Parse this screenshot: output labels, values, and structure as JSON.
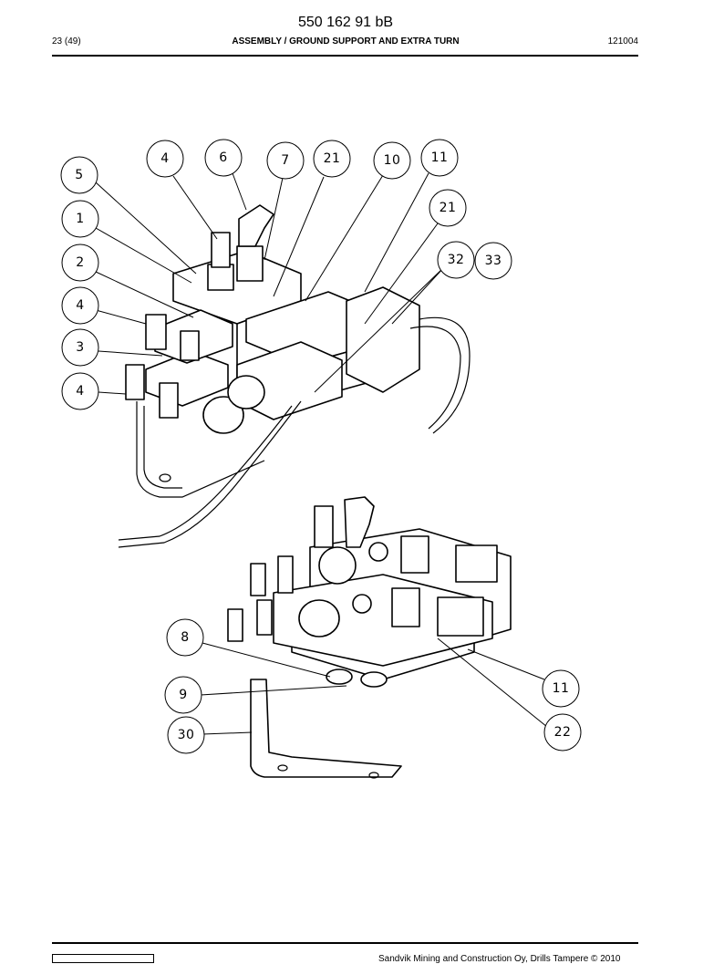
{
  "document": {
    "number": "550 162 91 bB",
    "page": "23 (49)",
    "title": "ASSEMBLY / GROUND SUPPORT AND EXTRA TURN",
    "code": "121004",
    "footer": "Sandvik Mining and Construction Oy, Drills Tampere © 2010"
  },
  "callouts": [
    "4",
    "6",
    "7",
    "21",
    "10",
    "11",
    "5",
    "1",
    "21",
    "2",
    "32",
    "33",
    "4",
    "3",
    "4",
    "8",
    "9",
    "30",
    "11",
    "22"
  ]
}
